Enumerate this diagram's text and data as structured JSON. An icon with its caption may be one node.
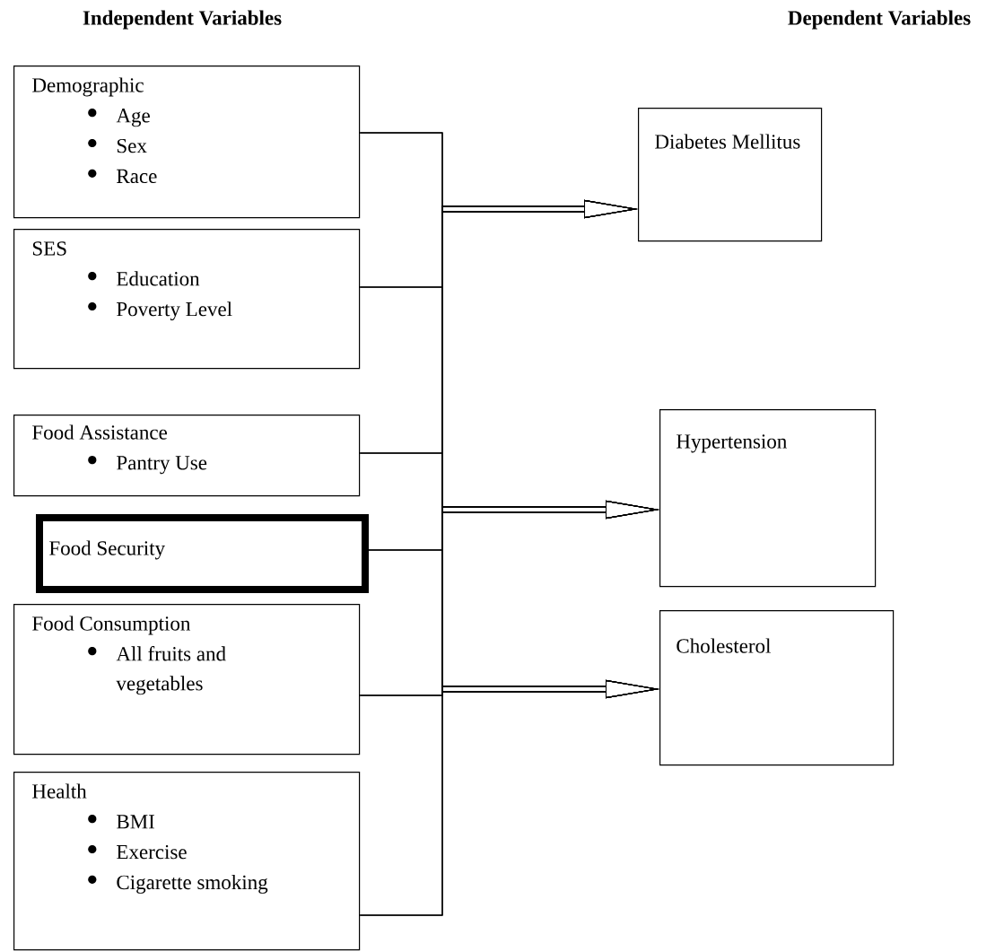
{
  "diagram": {
    "nodes": [
      {
        "text": [
          "Demographic",
          "Age",
          "Sex",
          "Race"
        ]
      },
      {
        "text": [
          "SES",
          "Education",
          "Poverty Level"
        ]
      },
      {
        "text": [
          "Food Assistance",
          "Pantry Use"
        ]
      },
      {
        "text": [
          "Food Security"
        ]
      },
      {
        "text": [
          "Food Consumption",
          "All fruits and vegetables"
        ]
      },
      {
        "text": [
          "Health",
          "BMI",
          "Exercise",
          "Cigarette smoking"
        ]
      },
      {
        "text": [
          "Diabetes Mellitus"
        ]
      },
      {
        "text": [
          "Hypertension"
        ]
      },
      {
        "text": [
          "Cholesterol"
        ]
      }
    ],
    "edges": [
      {
        "from": 0,
        "to": 6,
        "arrow": "to"
      },
      {
        "from": 0,
        "to": 7,
        "arrow": "to"
      },
      {
        "from": 0,
        "to": 8,
        "arrow": "to"
      },
      {
        "from": 1,
        "to": 6,
        "arrow": "to"
      },
      {
        "from": 1,
        "to": 7,
        "arrow": "to"
      },
      {
        "from": 1,
        "to": 8,
        "arrow": "to"
      },
      {
        "from": 2,
        "to": 6,
        "arrow": "to"
      },
      {
        "from": 2,
        "to": 7,
        "arrow": "to"
      },
      {
        "from": 2,
        "to": 8,
        "arrow": "to"
      },
      {
        "from": 3,
        "to": 6,
        "arrow": "to"
      },
      {
        "from": 3,
        "to": 7,
        "arrow": "to"
      },
      {
        "from": 3,
        "to": 8,
        "arrow": "to"
      },
      {
        "from": 4,
        "to": 6,
        "arrow": "to"
      },
      {
        "from": 4,
        "to": 7,
        "arrow": "to"
      },
      {
        "from": 4,
        "to": 8,
        "arrow": "to"
      },
      {
        "from": 5,
        "to": 6,
        "arrow": "to"
      },
      {
        "from": 5,
        "to": 7,
        "arrow": "to"
      },
      {
        "from": 5,
        "to": 8,
        "arrow": "to"
      }
    ],
    "labels": [
      "Independent Variables",
      "Dependent Variables"
    ]
  }
}
